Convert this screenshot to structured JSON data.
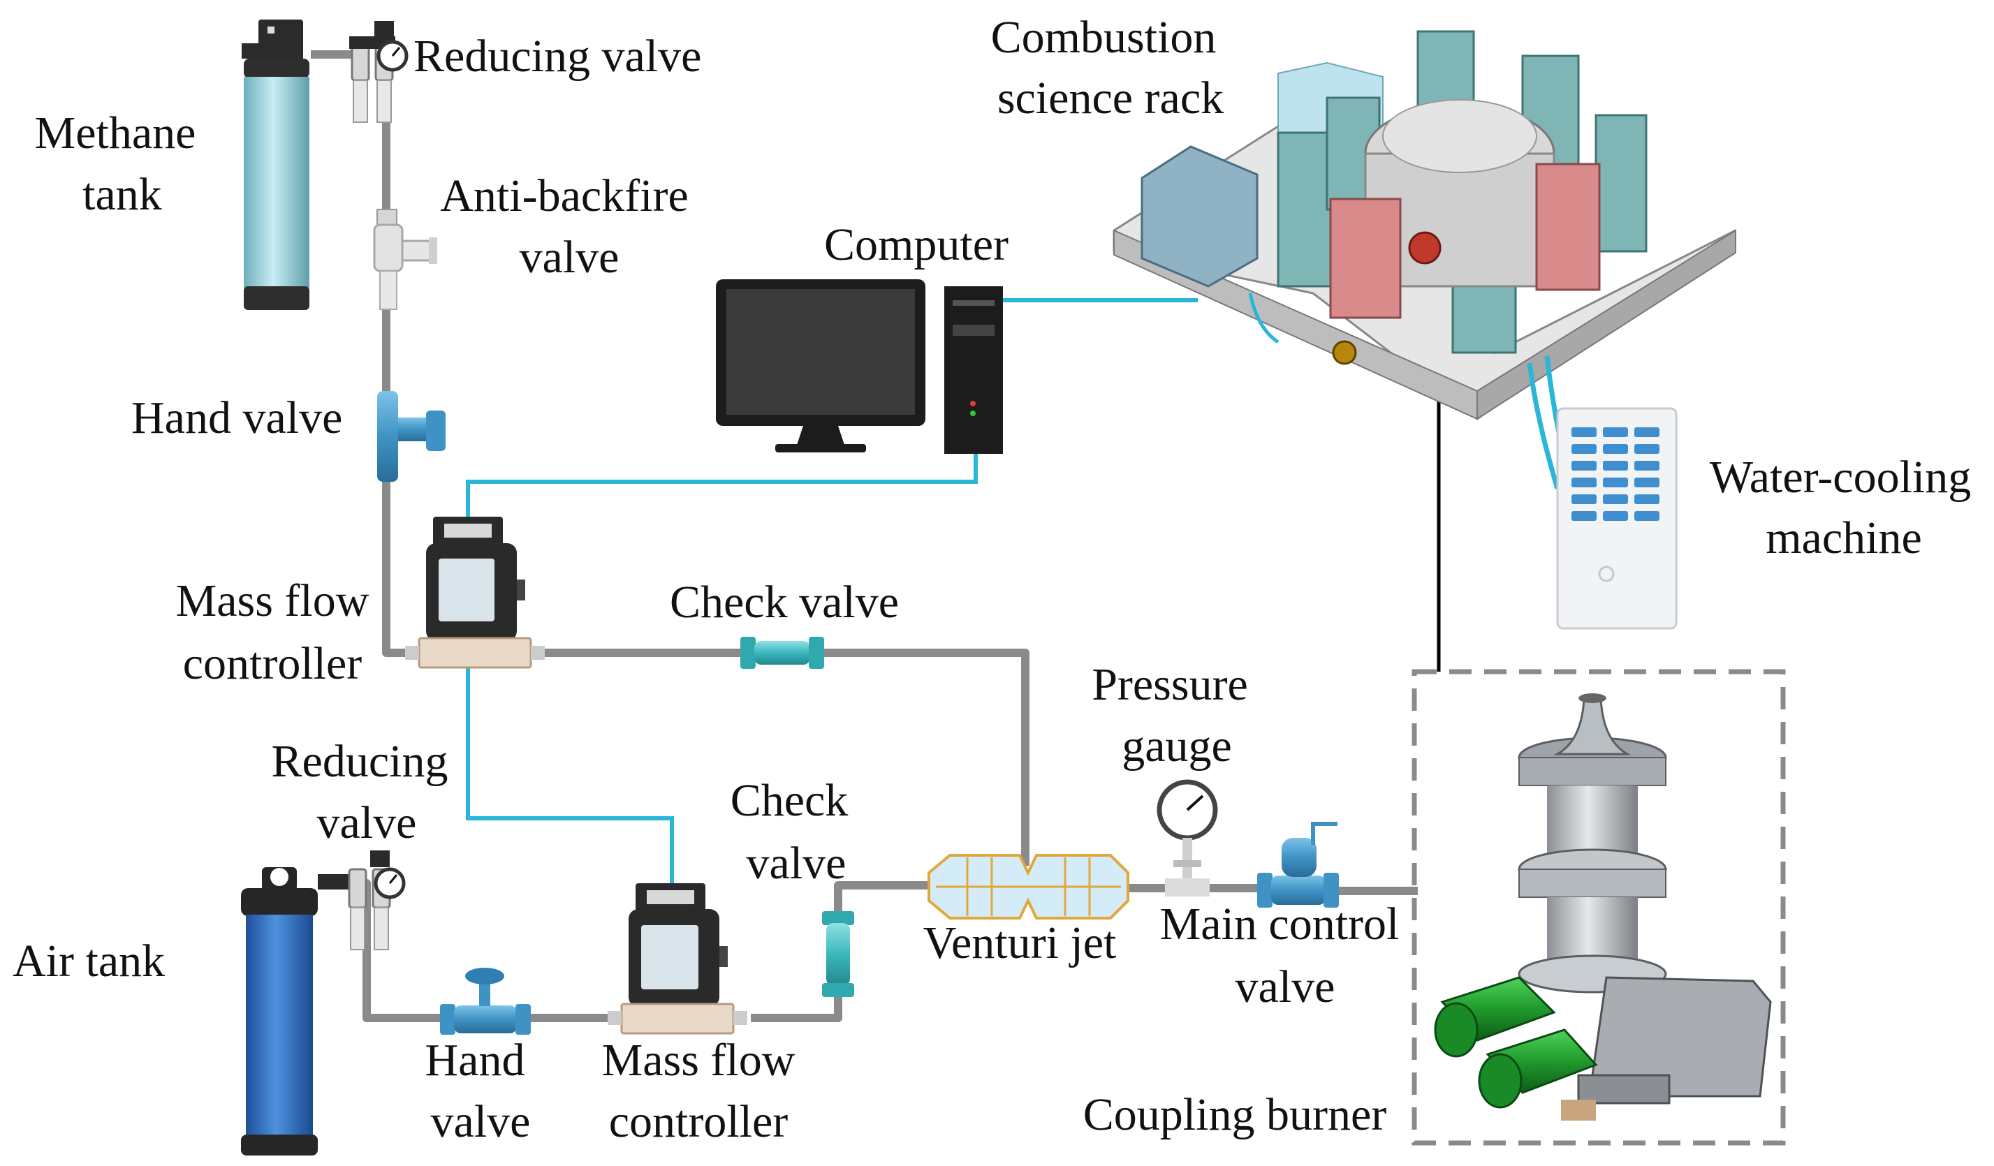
{
  "labels": {
    "methane_tank": [
      "Methane",
      "tank"
    ],
    "reducing_valve_top": "Reducing valve",
    "anti_backfire_valve": [
      "Anti-backfire",
      "valve"
    ],
    "hand_valve_top": "Hand valve",
    "mass_flow_controller_top": [
      "Mass flow",
      "controller"
    ],
    "check_valve_top": "Check valve",
    "computer": "Computer",
    "combustion_science_rack": [
      "Combustion",
      "science rack"
    ],
    "water_cooling_machine": [
      "Water-cooling",
      "machine"
    ],
    "reducing_valve_bottom": [
      "Reducing",
      "valve"
    ],
    "air_tank": "Air tank",
    "hand_valve_bottom": [
      "Hand",
      "valve"
    ],
    "mass_flow_controller_bottom": [
      "Mass flow",
      "controller"
    ],
    "check_valve_bottom": [
      "Check",
      "valve"
    ],
    "venturi_jet": "Venturi jet",
    "pressure_gauge": [
      "Pressure",
      "gauge"
    ],
    "main_control_valve": [
      "Main control",
      "valve"
    ],
    "coupling_burner": "Coupling burner"
  },
  "colors": {
    "gas_pipe": "#8a8a8a",
    "signal_line": "#29b6d8",
    "methane_tank": "#9fd3dc",
    "air_tank": "#2f6fc4",
    "valve_blue": "#3f93c4",
    "check_valve": "#3bb7bd",
    "rack_red": "#d98a8a",
    "rack_teal": "#7fb5b5",
    "burner_green": "#1f9a2c",
    "dashed_box": "#8a8a8a"
  }
}
